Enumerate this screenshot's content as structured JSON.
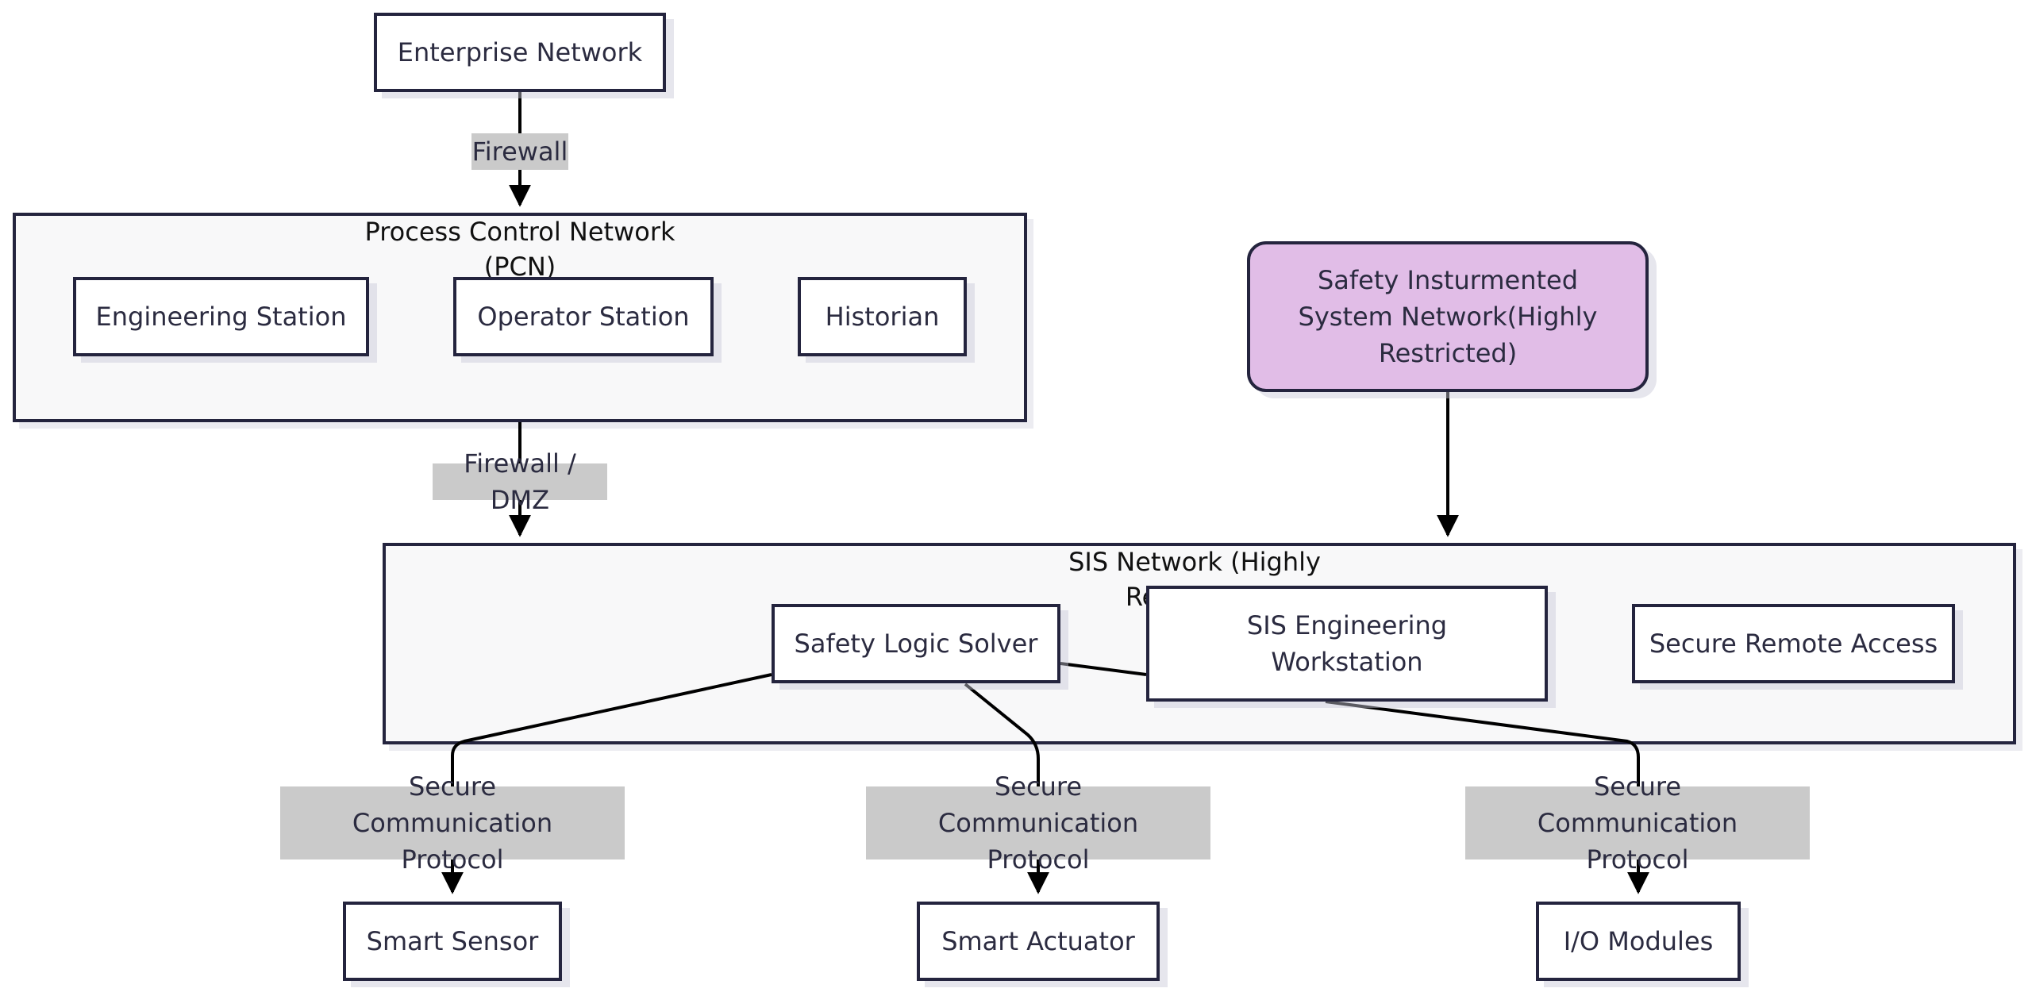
{
  "nodes": {
    "enterprise_network": "Enterprise Network",
    "engineering_station": "Engineering Station",
    "operator_station": "Operator Station",
    "historian": "Historian",
    "sis_network_restricted": "Safety Insturmented System Network(Highly Restricted)",
    "safety_logic_solver": "Safety Logic Solver",
    "sis_engineering_workstation": "SIS Engineering Workstation",
    "secure_remote_access": "Secure Remote Access",
    "smart_sensor": "Smart Sensor",
    "smart_actuator": "Smart Actuator",
    "io_modules": "I/O Modules"
  },
  "groups": {
    "pcn_title": "Process Control Network (PCN)",
    "sis_title": "SIS Network (Highly Restricted)"
  },
  "edge_labels": {
    "firewall": "Firewall",
    "firewall_dmz": "Firewall / DMZ",
    "secure_protocol_1": "Secure Communication Protocol",
    "secure_protocol_2": "Secure Communication Protocol",
    "secure_protocol_3": "Secure Communication Protocol"
  },
  "colors": {
    "highlight_fill": "#e1bde7",
    "label_bg": "#cacaca",
    "border": "#24243e"
  }
}
